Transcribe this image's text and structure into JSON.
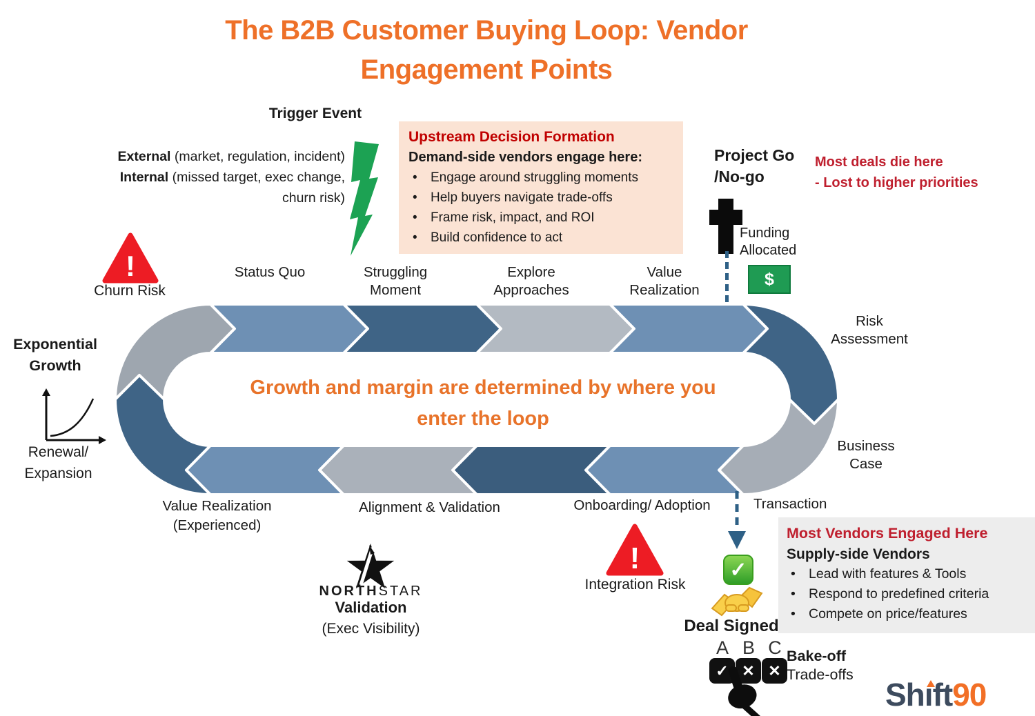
{
  "colors": {
    "accent_orange": "#ee7028",
    "center_orange": "#e8732a",
    "dark_red_text": "#bf1f2e",
    "upstream_title_red": "#c00000",
    "dollar_green": "#1f9b53",
    "bolt_green": "#1ca253",
    "chevron_blue": "#6e90b4",
    "chevron_dark_blue": "#3f6486",
    "chevron_gray": "#b3bac2",
    "arc_gray": "#9ea6af",
    "dash_blue": "#2e6086",
    "warning_red": "#ed1c24",
    "peach_box_bg": "#fbe3d4",
    "gray_box_bg": "#ededed",
    "logo_slate": "#3d4b5e",
    "logo_orange": "#f26f26"
  },
  "glyphs": {
    "bullet": "•",
    "check": "✓",
    "cross": "✕",
    "exclamation": "!",
    "dollar": "$"
  },
  "title": {
    "line1": "The B2B Customer Buying Loop: Vendor",
    "line2": "Engagement Points"
  },
  "trigger": {
    "label": "Trigger Event",
    "external_bold": "External",
    "external_rest": " (market, regulation, incident)",
    "internal_bold": "Internal",
    "internal_rest": " (missed target, exec change,",
    "internal_cont": "churn risk)"
  },
  "upstream_box": {
    "title": "Upstream Decision Formation",
    "subtitle": "Demand-side vendors engage here:",
    "bullets": [
      "Engage around struggling moments",
      "Help buyers navigate trade-offs",
      "Frame risk, impact, and ROI",
      "Build confidence to act"
    ]
  },
  "project_go": {
    "label": "Project Go /No-go",
    "funding": "Funding Allocated"
  },
  "most_deals": {
    "line1": "Most deals die here",
    "line2": "- Lost to higher priorities"
  },
  "churn": {
    "label": "Churn Risk"
  },
  "loop": {
    "center_line1": "Growth and margin are determined by where you",
    "center_line2": "enter the loop",
    "stages_top": [
      "Status Quo",
      "Struggling Moment",
      "Explore Approaches",
      "Value Realization"
    ],
    "stages_right": [
      "Risk Assessment",
      "Business Case",
      "Transaction"
    ],
    "stages_bottom": [
      "Value Realization (Experienced)",
      "Alignment & Validation",
      "Onboarding/ Adoption"
    ]
  },
  "left_side": {
    "exp_growth": "Exponential Growth",
    "renewal": "Renewal/ Expansion"
  },
  "northstar": {
    "brand_bold": "NORTH",
    "brand_light": "STAR",
    "line2": "Validation",
    "line3": "(Exec Visibility)"
  },
  "integration": {
    "label": "Integration Risk"
  },
  "deal": {
    "label": "Deal Signed"
  },
  "bakeoff": {
    "letters": [
      "A",
      "B",
      "C"
    ],
    "box_glyphs": [
      "✓",
      "✕",
      "✕"
    ],
    "line1": "Bake-off",
    "line2": "Trade-offs"
  },
  "vendors_box": {
    "title": "Most Vendors Engaged Here",
    "subtitle": "Supply-side Vendors",
    "bullets": [
      "Lead with features & Tools",
      "Respond to predefined criteria",
      "Compete on price/features"
    ]
  },
  "logo": {
    "brand": "Shift90",
    "shift_pre": "Sh",
    "shift_i": "ı",
    "shift_post": "ft",
    "ninety": "90"
  }
}
